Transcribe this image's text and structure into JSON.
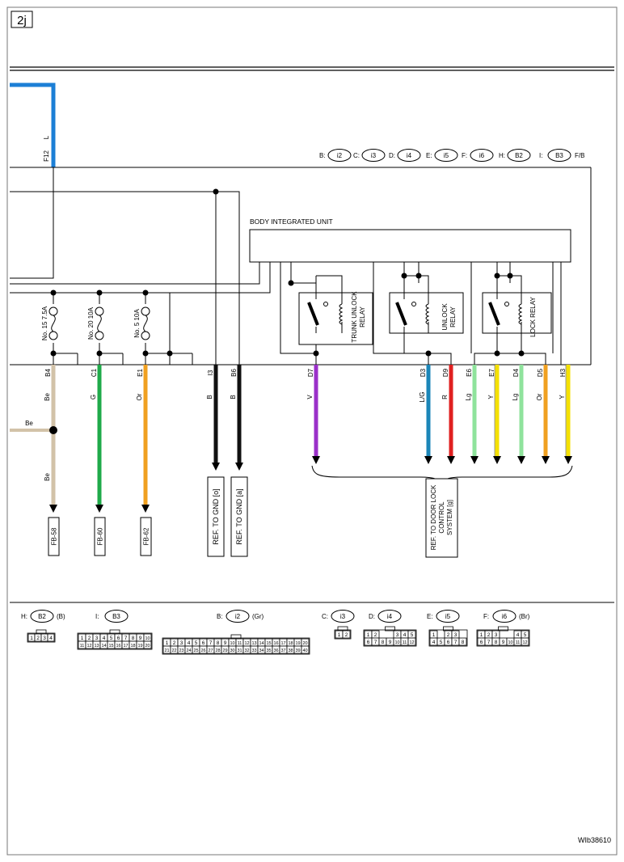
{
  "page": {
    "section_tag": "2j",
    "figure_id": "WIb38610",
    "wire_colors": {
      "L": "#1c7fd6",
      "Be": "#d2c2a8",
      "G": "#1faa4a",
      "Or": "#f0a020",
      "B": "#111111",
      "V": "#9b30c9",
      "LG": "#1b86b8",
      "R": "#e02020",
      "Lg": "#8fe39c",
      "Y": "#f4e000"
    }
  },
  "top_feed": {
    "terminal": "F12",
    "color_code": "L"
  },
  "connector_legend": {
    "items": [
      {
        "prefix": "B:",
        "id": "i2"
      },
      {
        "prefix": "C:",
        "id": "i3"
      },
      {
        "prefix": "D:",
        "id": "i4"
      },
      {
        "prefix": "E:",
        "id": "i5"
      },
      {
        "prefix": "F:",
        "id": "i6"
      },
      {
        "prefix": "H:",
        "id": "B2"
      },
      {
        "prefix": "I:",
        "id": "B3"
      }
    ],
    "suffix": "F/B"
  },
  "unit": {
    "title": "BODY INTEGRATED UNIT"
  },
  "relays": [
    {
      "line1": "TRUNK UNLOCK",
      "line2": "RELAY"
    },
    {
      "line1": "UNLOCK",
      "line2": "RELAY"
    },
    {
      "line1": "LOCK RELAY",
      "line2": ""
    }
  ],
  "fuses": [
    {
      "label": "No. 15  7.5A"
    },
    {
      "label": "No. 20  10A"
    },
    {
      "label": "No. 5  10A"
    }
  ],
  "wires": [
    {
      "terminal": "B4",
      "color_code": "Be",
      "lower_color_code": "Be",
      "dest": "FB-58"
    },
    {
      "terminal": "C1",
      "color_code": "G",
      "dest": "FB-60"
    },
    {
      "terminal": "E1",
      "color_code": "Or",
      "dest": "FB-62"
    },
    {
      "terminal": "I3",
      "color_code": "B",
      "dest": "REF. TO GND [o]"
    },
    {
      "terminal": "B6",
      "color_code": "B",
      "dest": "REF. TO GND [a]"
    },
    {
      "terminal": "D7",
      "color_code": "V"
    },
    {
      "terminal": "D3",
      "color_code": "L/G"
    },
    {
      "terminal": "D9",
      "color_code": "R"
    },
    {
      "terminal": "E6",
      "color_code": "Lg"
    },
    {
      "terminal": "E7",
      "color_code": "Y"
    },
    {
      "terminal": "D4",
      "color_code": "Lg"
    },
    {
      "terminal": "D5",
      "color_code": "Or"
    },
    {
      "terminal": "H3",
      "color_code": "Y"
    }
  ],
  "splice_branch": {
    "color_code": "Be"
  },
  "door_lock_ref": {
    "line1": "REF. TO DOOR LOCK",
    "line2": "CONTROL",
    "line3": "SYSTEM [g]"
  },
  "bottom_connectors": [
    {
      "prefix": "H:",
      "id": "B2",
      "note": "(B)",
      "rows": [
        [
          "1",
          "2",
          "3",
          "4"
        ]
      ]
    },
    {
      "prefix": "I:",
      "id": "B3",
      "note": "",
      "rows": [
        [
          "1",
          "2",
          "3",
          "4",
          "5",
          "6",
          "7",
          "8",
          "9",
          "10"
        ],
        [
          "11",
          "12",
          "13",
          "14",
          "15",
          "16",
          "17",
          "18",
          "19",
          "20"
        ]
      ]
    },
    {
      "prefix": "B:",
      "id": "i2",
      "note": "(Gr)",
      "rows": [
        [
          "1",
          "2",
          "3",
          "4",
          "5",
          "6",
          "7",
          "8",
          "9",
          "10",
          "11",
          "12",
          "13",
          "14",
          "15",
          "16",
          "17",
          "18",
          "19",
          "20"
        ],
        [
          "21",
          "22",
          "23",
          "24",
          "25",
          "26",
          "27",
          "28",
          "29",
          "30",
          "31",
          "32",
          "33",
          "34",
          "35",
          "36",
          "37",
          "38",
          "39",
          "40"
        ]
      ]
    },
    {
      "prefix": "C:",
      "id": "i3",
      "note": "",
      "rows": [
        [
          "1",
          "2"
        ]
      ]
    },
    {
      "prefix": "D:",
      "id": "i4",
      "note": "",
      "rows": [
        [
          "1",
          "2",
          "",
          "",
          "3",
          "4",
          "5"
        ],
        [
          "6",
          "7",
          "8",
          "9",
          "10",
          "11",
          "12"
        ]
      ]
    },
    {
      "prefix": "E:",
      "id": "i5",
      "note": "",
      "rows": [
        [
          "1",
          "",
          "2",
          "3"
        ],
        [
          "4",
          "5",
          "6",
          "7",
          "8"
        ]
      ]
    },
    {
      "prefix": "F:",
      "id": "i6",
      "note": "(Br)",
      "rows": [
        [
          "1",
          "2",
          "3",
          "",
          "",
          "4",
          "5"
        ],
        [
          "6",
          "7",
          "8",
          "9",
          "10",
          "11",
          "12"
        ]
      ]
    }
  ]
}
